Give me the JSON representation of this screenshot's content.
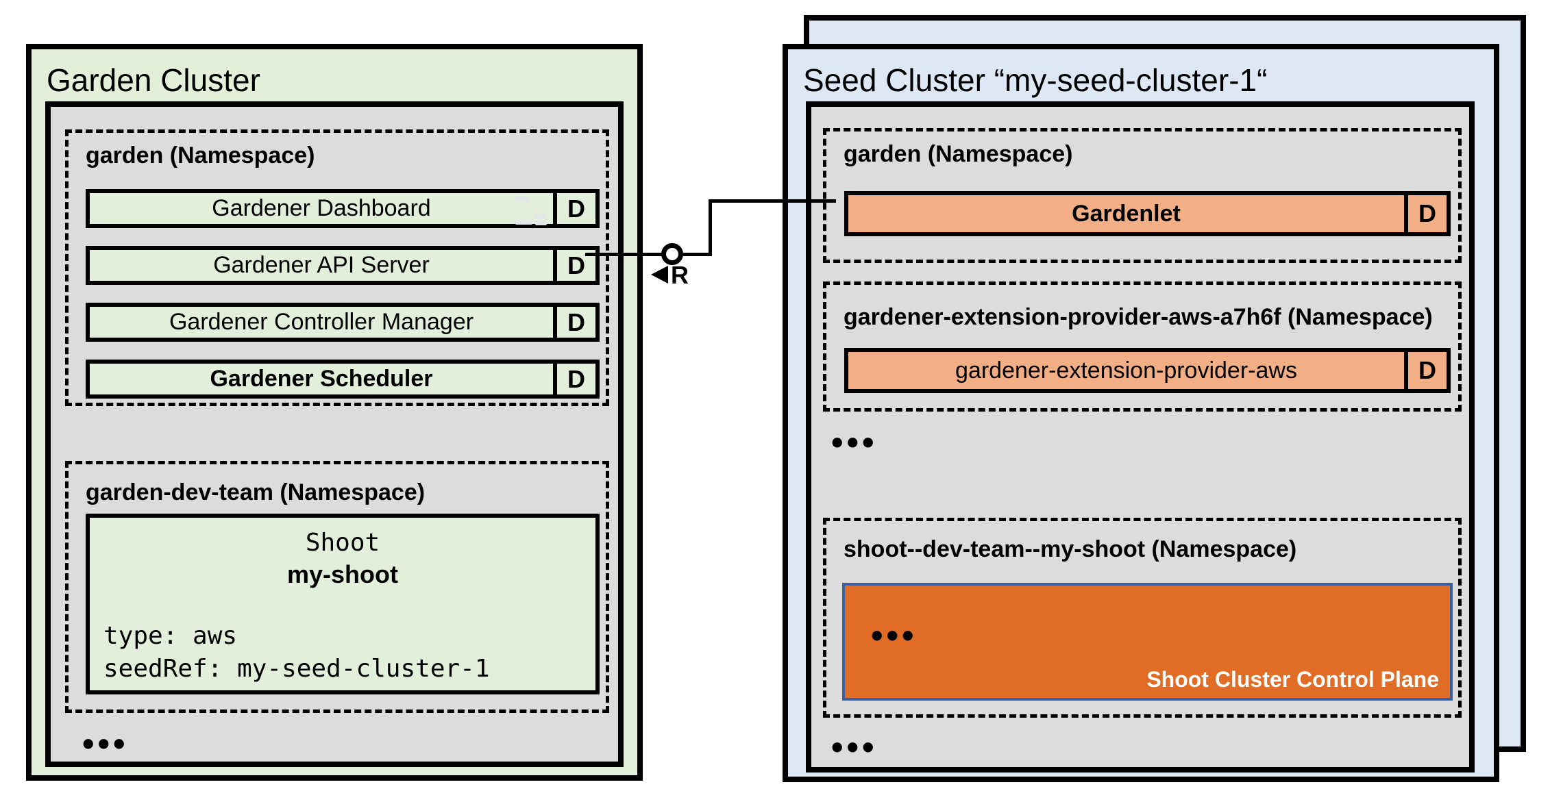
{
  "colors": {
    "cluster_green": "#e3efd9",
    "panel_gray": "#dcdcdc",
    "cluster_blue": "#dde8f4",
    "component_green": "#e2efda",
    "component_orange": "#f2ae85",
    "control_plane_orange": "#e06c26",
    "control_plane_border": "#3a5f9b"
  },
  "garden_cluster": {
    "title": "Garden Cluster",
    "garden_namespace": {
      "label": "garden (Namespace)",
      "components": [
        {
          "label": "Gardener Dashboard",
          "badge": "D"
        },
        {
          "label": "Gardener API Server",
          "badge": "D"
        },
        {
          "label": "Gardener Controller Manager",
          "badge": "D"
        },
        {
          "label": "Gardener Scheduler",
          "badge": "D"
        }
      ]
    },
    "dev_namespace": {
      "label": "garden-dev-team (Namespace)",
      "shoot": {
        "kind": "Shoot",
        "name": "my-shoot",
        "spec_lines": [
          "type: aws",
          "seedRef: my-seed-cluster-1"
        ]
      }
    },
    "ellipsis": "•••"
  },
  "connector": {
    "label": "R"
  },
  "seed_cluster": {
    "title": "Seed Cluster “my-seed-cluster-1“",
    "garden_namespace": {
      "label": "garden (Namespace)",
      "components": [
        {
          "label": "Gardenlet",
          "badge": "D"
        }
      ]
    },
    "extension_namespace": {
      "label": "gardener-extension-provider-aws-a7h6f (Namespace)",
      "components": [
        {
          "label": "gardener-extension-provider-aws",
          "badge": "D"
        }
      ]
    },
    "ellipsis_1": "•••",
    "shoot_namespace": {
      "label": "shoot--dev-team--my-shoot (Namespace)",
      "control_plane": {
        "ellipsis": "•••",
        "label": "Shoot Cluster Control Plane"
      }
    },
    "ellipsis_2": "•••"
  }
}
